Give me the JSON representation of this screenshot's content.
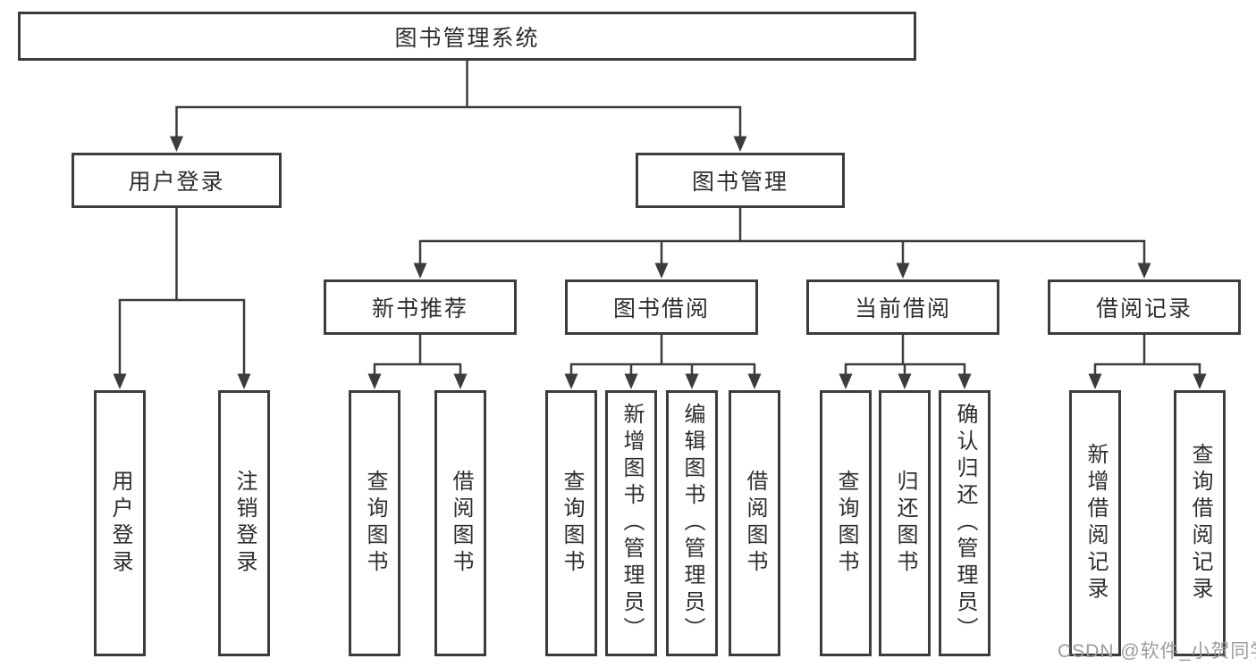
{
  "diagram": {
    "root": "图书管理系统",
    "branches": [
      {
        "label": "用户登录",
        "children": [
          "用户登录",
          "注销登录"
        ]
      },
      {
        "label": "图书管理",
        "groups": [
          {
            "label": "新书推荐",
            "children": [
              "查询图书",
              "借阅图书"
            ]
          },
          {
            "label": "图书借阅",
            "children": [
              "查询图书",
              "新增图书（管理员）",
              "编辑图书（管理员）",
              "借阅图书"
            ]
          },
          {
            "label": "当前借阅",
            "children": [
              "查询图书",
              "归还图书",
              "确认归还（管理员）"
            ]
          },
          {
            "label": "借阅记录",
            "children": [
              "新增借阅记录",
              "查询借阅记录"
            ]
          }
        ]
      }
    ]
  },
  "watermark": "CSDN @软件_小贺同学",
  "colors": {
    "line": "#3c3c3c",
    "box_border": "#3c3c3c",
    "box_background": "#ffffff",
    "text": "#2e2e2e",
    "watermark": "#9c9c9c",
    "background": "#ffffff"
  }
}
